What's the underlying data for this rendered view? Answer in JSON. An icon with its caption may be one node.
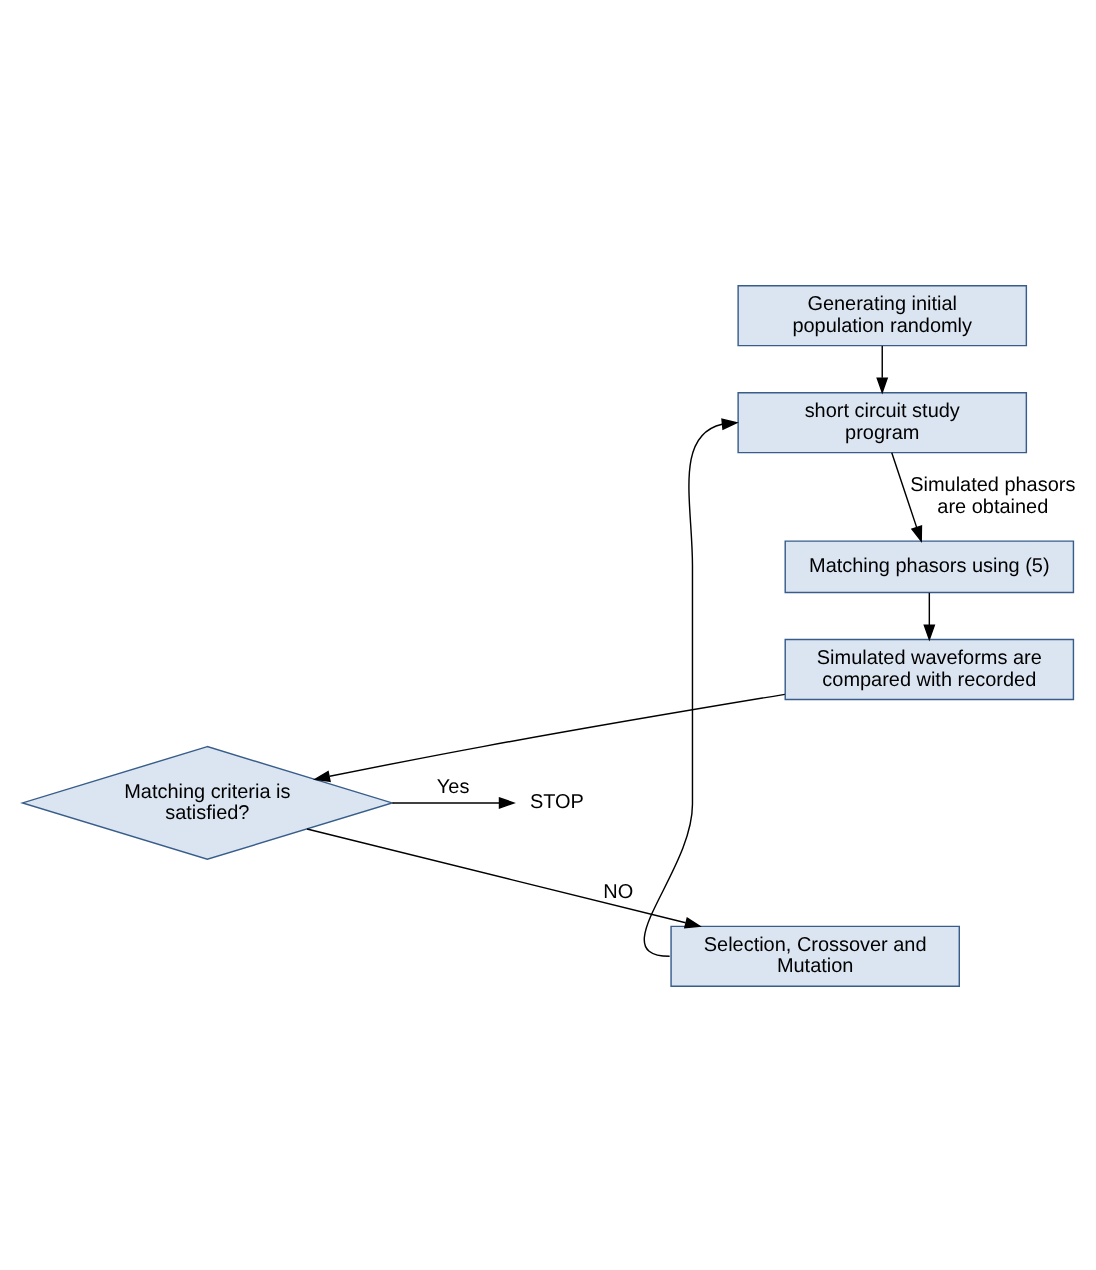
{
  "diagram": {
    "nodes": [
      {
        "text": [
          "Generating initial population randomly"
        ]
      },
      {
        "text": [
          "short circuit study program"
        ]
      },
      {
        "text": [
          "Matching phasors using (5)"
        ]
      },
      {
        "text": [
          "Simulated waveforms are compared with recorded"
        ]
      },
      {
        "text": [
          "Matching criteria is satisfied?"
        ]
      },
      {
        "text": [
          "STOP"
        ]
      },
      {
        "text": [
          "Selection, Crossover and Mutation"
        ]
      }
    ],
    "edges": [
      {
        "from": 0,
        "to": 1,
        "arrow": "to"
      },
      {
        "from": 1,
        "to": 2,
        "arrow": "to",
        "label": "Simulated phasors are obtained"
      },
      {
        "from": 2,
        "to": 3,
        "arrow": "to"
      },
      {
        "from": 3,
        "to": 4,
        "arrow": "to"
      },
      {
        "from": 4,
        "to": 5,
        "arrow": "to",
        "label": "Yes"
      },
      {
        "from": 4,
        "to": 6,
        "arrow": "to",
        "label": "NO"
      },
      {
        "from": 6,
        "to": 1,
        "arrow": "to"
      }
    ]
  }
}
